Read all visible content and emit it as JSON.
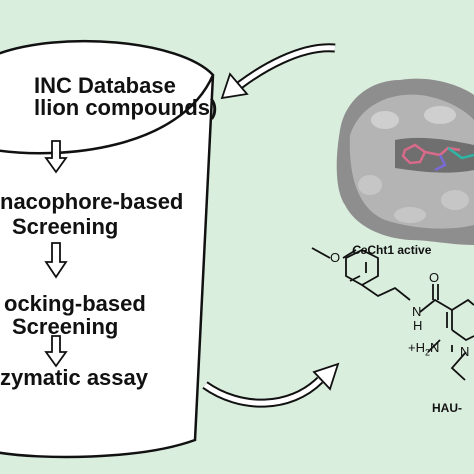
{
  "funnel": {
    "title_line1": "INC Database",
    "title_line2": "llion compounds)"
  },
  "steps": [
    {
      "line1": "nacophore-based",
      "line2": "Screening"
    },
    {
      "line1": "ocking-based",
      "line2": "Screening"
    },
    {
      "line1": "zymatic assay"
    }
  ],
  "protein": {
    "caption_italic": "Ce",
    "caption_rest": "Cht1 active"
  },
  "molecule": {
    "nh_label": "N",
    "h_label": "H",
    "amine_label": "+H",
    "amine_sub": "2",
    "amine_n": "N",
    "ring_n": "N",
    "o_label": "O",
    "compound_name": "HAU-"
  },
  "colors": {
    "background": "#daeede",
    "protein_surface": "#8e8e8e",
    "ligand_pink": "#d86a8a",
    "ligand_cyan": "#2fb5a4"
  }
}
